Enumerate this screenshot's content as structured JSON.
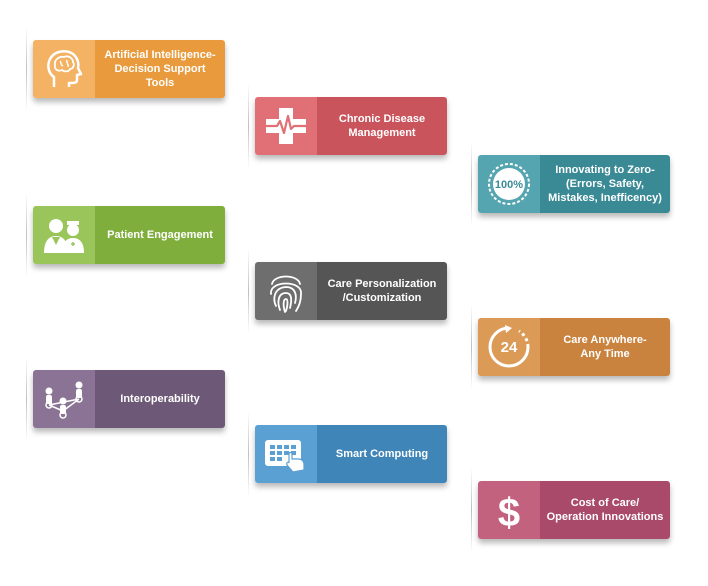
{
  "cards": [
    {
      "label": "Artificial Intelligence-\nDecision Support\nTools",
      "icon": "brain-head-icon",
      "color_dark": "#e89a3c",
      "color_light": "#f4b264"
    },
    {
      "label": "Chronic Disease\nManagement",
      "icon": "heartbeat-cross-icon",
      "color_dark": "#c9545c",
      "color_light": "#e07076"
    },
    {
      "label": "Innovating to Zero-\n(Errors, Safety,\nMistakes, Inefficency)",
      "icon": "hundred-percent-badge-icon",
      "icon_text": "100%",
      "color_dark": "#3a8a96",
      "color_light": "#55a5b0"
    },
    {
      "label": "Patient Engagement",
      "icon": "doctor-nurse-icon",
      "color_dark": "#7fae3c",
      "color_light": "#99c55a"
    },
    {
      "label": "Care Personalization\n/Customization",
      "icon": "fingerprint-icon",
      "color_dark": "#555555",
      "color_light": "#6e6e6e"
    },
    {
      "label": "Care Anywhere-\nAny Time",
      "icon": "clock-24-icon",
      "icon_text": "24",
      "color_dark": "#c9833e",
      "color_light": "#dc9a57"
    },
    {
      "label": "Interoperability",
      "icon": "people-network-icon",
      "color_dark": "#6e5877",
      "color_light": "#8a7394"
    },
    {
      "label": "Smart Computing",
      "icon": "tablet-touch-icon",
      "color_dark": "#3f85b8",
      "color_light": "#5aa0d2"
    },
    {
      "label": "Cost of Care/\nOperation Innovations",
      "icon": "dollar-icon",
      "icon_text": "$",
      "color_dark": "#a94a6a",
      "color_light": "#c3627f"
    }
  ]
}
